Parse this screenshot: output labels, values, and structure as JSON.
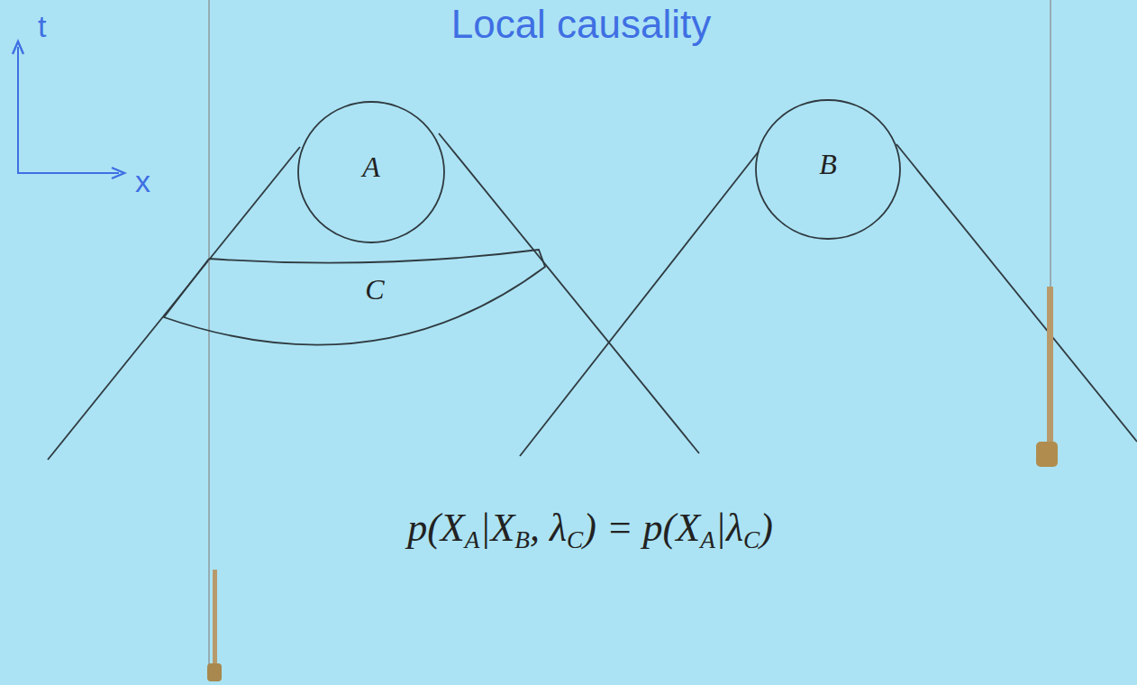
{
  "diagram": {
    "title": "Local causality",
    "nodes": [
      {
        "text": [
          "A"
        ]
      },
      {
        "text": [
          "B"
        ]
      },
      {
        "text": [
          "C"
        ]
      }
    ],
    "labels": [
      "t",
      "x",
      "p(X",
      "A",
      "|X",
      "B",
      ", λ",
      "C",
      ") = p(X",
      "A",
      "|λ",
      "C",
      ")"
    ]
  }
}
